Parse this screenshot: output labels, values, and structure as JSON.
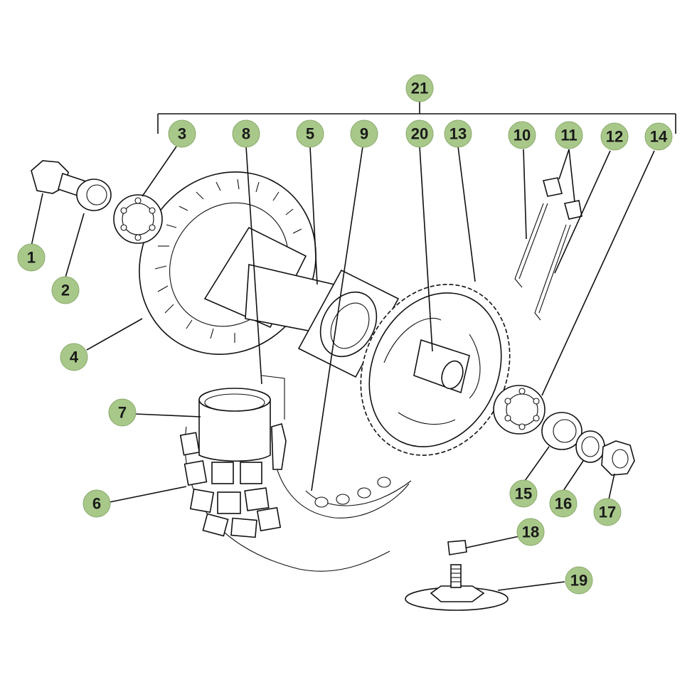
{
  "colors": {
    "callout_fill": "#a8c88a",
    "line": "#111111",
    "background": "#ffffff"
  },
  "callouts": [
    {
      "id": "1",
      "label": "1"
    },
    {
      "id": "2",
      "label": "2"
    },
    {
      "id": "3",
      "label": "3"
    },
    {
      "id": "4",
      "label": "4"
    },
    {
      "id": "5",
      "label": "5"
    },
    {
      "id": "6",
      "label": "6"
    },
    {
      "id": "7",
      "label": "7"
    },
    {
      "id": "8",
      "label": "8"
    },
    {
      "id": "9",
      "label": "9"
    },
    {
      "id": "10",
      "label": "10"
    },
    {
      "id": "11",
      "label": "11"
    },
    {
      "id": "12",
      "label": "12"
    },
    {
      "id": "13",
      "label": "13"
    },
    {
      "id": "14",
      "label": "14"
    },
    {
      "id": "15",
      "label": "15"
    },
    {
      "id": "16",
      "label": "16"
    },
    {
      "id": "17",
      "label": "17"
    },
    {
      "id": "18",
      "label": "18"
    },
    {
      "id": "19",
      "label": "19"
    },
    {
      "id": "20",
      "label": "20"
    },
    {
      "id": "21",
      "label": "21"
    }
  ]
}
